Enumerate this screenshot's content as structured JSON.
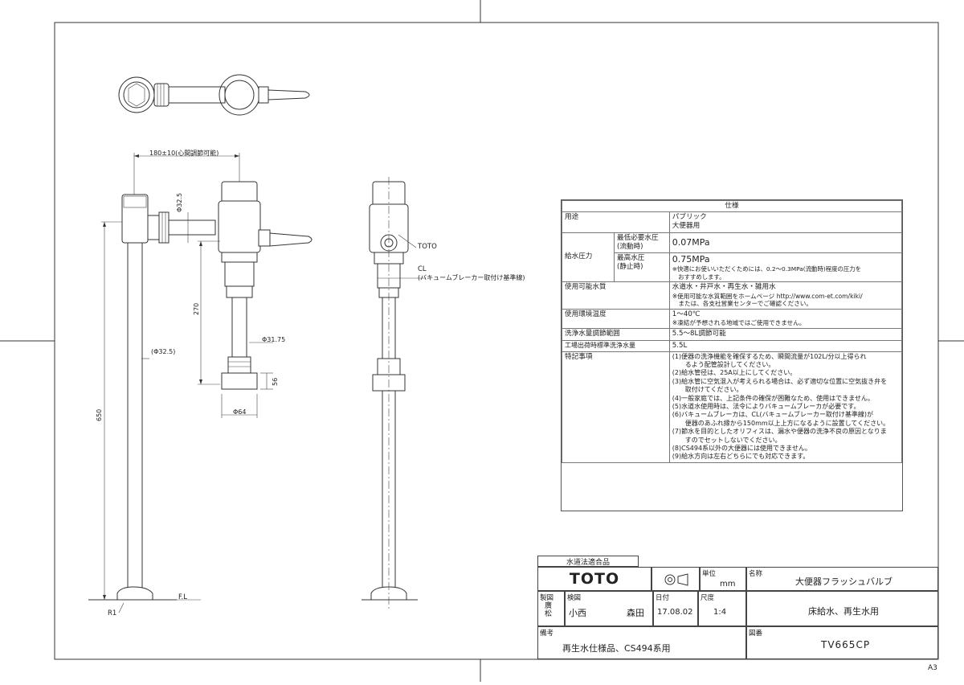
{
  "spec": {
    "title": "仕様",
    "rows": {
      "youto": {
        "label": "用途",
        "v1": "パブリック",
        "v2": "大便器用"
      },
      "kyusui": {
        "label": "給水圧力",
        "min_label": "最低必要水圧\n(流動時)",
        "min_value": "0.07MPa",
        "max_label": "最高水圧\n(静止時)",
        "max_value": "0.75MPa",
        "max_note": "※快適にお使いいただくためには、0.2〜0.3MPa(流動時)程度の圧力を\n　おすすめします。"
      },
      "suishitsu": {
        "label": "使用可能水質",
        "v1": "水道水・井戸水・再生水・雑用水",
        "v2": "※使用可能な水質範囲をホームページ http://www.com-et.com/kiki/",
        "v3": "　または、各支社営業センターでご確認ください。"
      },
      "ondo": {
        "label": "使用環境温度",
        "v1": "1〜40℃",
        "v2": "※凍結が予想される地域ではご使用できません。"
      },
      "chosei": {
        "label": "洗浄水量調節範囲",
        "v1": "5.5〜8L調節可能"
      },
      "kojo": {
        "label": "工場出荷時標準洗浄水量",
        "v1": "5.5L"
      },
      "tokki": {
        "label": "特記事項",
        "items": [
          "(1)便器の洗浄機能を確保するため、瞬間流量が102L/分以上得られ\n　　るよう配管設計してください。",
          "(2)給水管径は、25A以上にしてください。",
          "(3)給水管に空気混入が考えられる場合は、必ず適切な位置に空気抜き弁を\n　　取付けてください。",
          "(4)一般家庭では、上記条件の確保が困難なため、使用はできません。",
          "(5)水道水使用時は、法令によりバキュームブレーカが必要です。",
          "(6)バキュームブレーカは、CL(バキュームブレーカー取付け基準線)が\n　　便器のあふれ縁から150mm以上上方になるように設置してください。",
          "(7)節水を目的としたオリフィスは、漏水や便器の洗浄不良の原因となりま\n　　すのでセットしないでください。",
          "(8)CS494系以外の大便器には使用できません。",
          "(9)給水方向は左右どちらにでも対応できます。"
        ]
      }
    }
  },
  "dims": {
    "top_span": "180±10(心間調節可能)",
    "d_inlet": "Φ32.5",
    "d_pipe": "(Φ32.5)",
    "h270": "270",
    "d3175": "Φ31.75",
    "h56": "56",
    "d64": "Φ64",
    "h650": "650",
    "fl": "F.L",
    "r1": "R1",
    "toto_label": "TOTO",
    "cl1": "CL",
    "cl2": "(バキュームブレーカー取付け基準線)"
  },
  "titleblock": {
    "approval": "水道法適合品",
    "brand": "TOTO",
    "unit_label": "単位",
    "unit": "mm",
    "name_label": "名称",
    "name": "大便器フラッシュバルブ",
    "draw_label": "製図",
    "check_label": "検図",
    "date_label": "日付",
    "date": "17.08.02",
    "scale_label": "尺度",
    "scale": "1:4",
    "subtitle": "床給水、再生水用",
    "remark_label": "備考",
    "remark": "再生水仕様品、CS494系用",
    "partno_label": "図番",
    "partno": "TV665CP",
    "drafter": "廣松",
    "checker1": "小西",
    "checker2": "森田"
  },
  "sheet_size": "A3"
}
